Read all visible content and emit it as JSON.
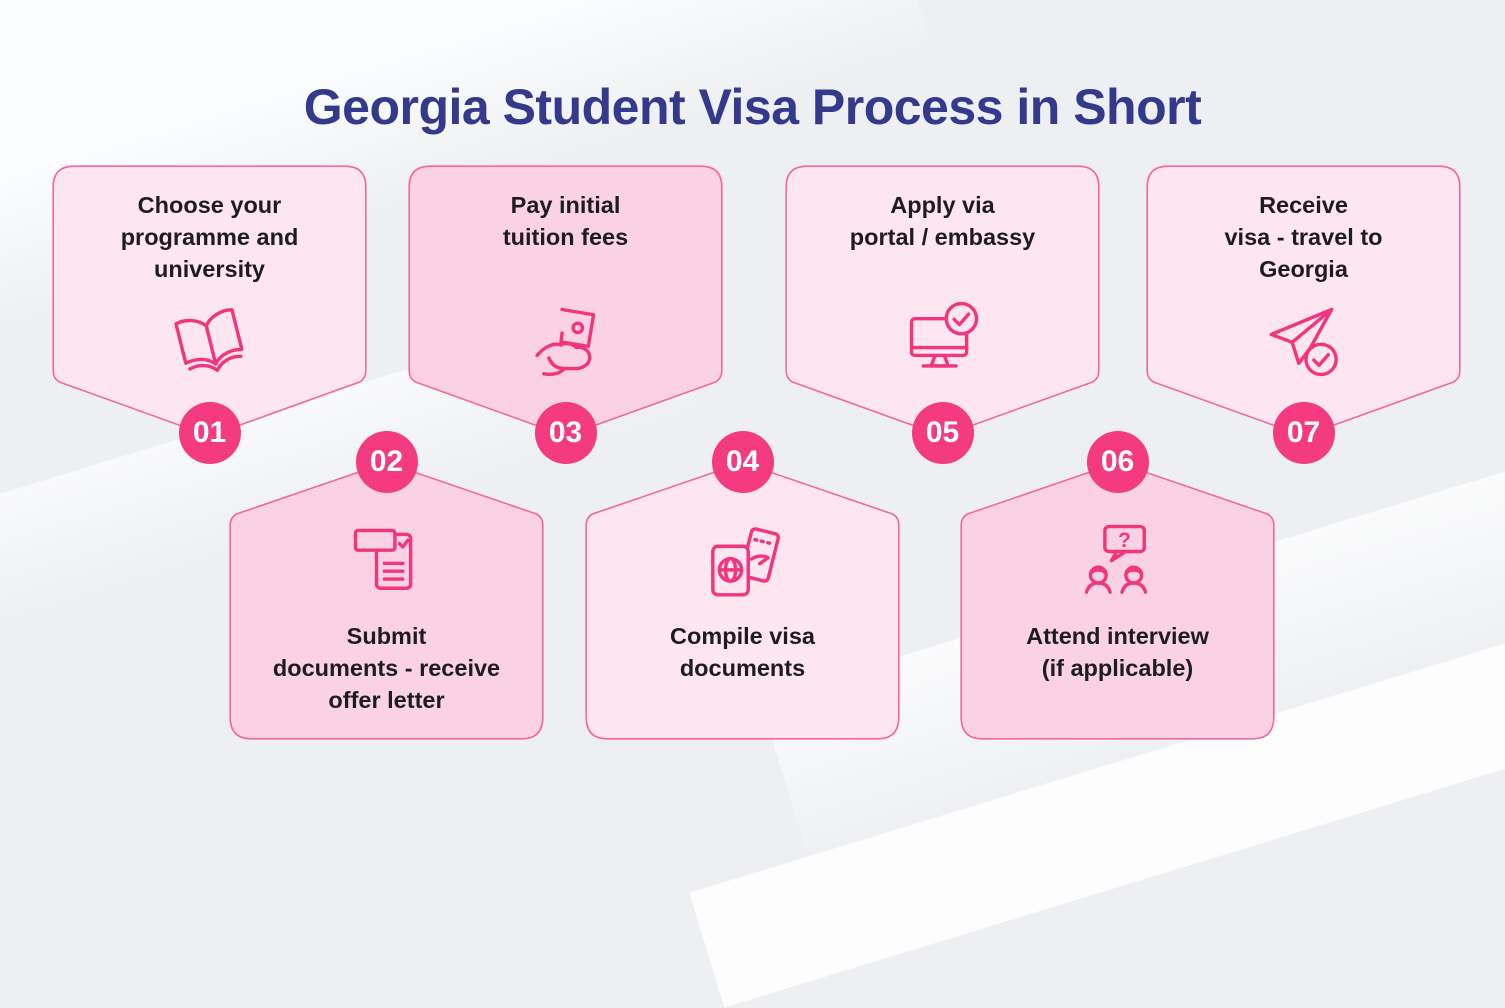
{
  "title": "Georgia Student Visa Process in Short",
  "colors": {
    "background": "#edeff2",
    "title": "#34398b",
    "card_light": "#fde6f0",
    "card_medium": "#fbd2e5",
    "card_border": "#f4679f",
    "badge": "#f43b81",
    "badge_text": "#ffffff",
    "icon_stroke": "#f2357e",
    "step_text": "#1d1d1f"
  },
  "steps": [
    {
      "number": "01",
      "label": "Choose your\nprogramme and\nuniversity",
      "icon": "open-book-icon",
      "tone": "light",
      "row": "top"
    },
    {
      "number": "02",
      "label": "Submit\ndocuments - receive\noffer letter",
      "icon": "document-check-icon",
      "tone": "medium",
      "row": "bottom"
    },
    {
      "number": "03",
      "label": "Pay initial\ntuition fees",
      "icon": "money-in-hand-icon",
      "tone": "medium",
      "row": "top"
    },
    {
      "number": "04",
      "label": "Compile visa\ndocuments",
      "icon": "passport-ticket-icon",
      "tone": "light",
      "row": "bottom"
    },
    {
      "number": "05",
      "label": "Apply via\nportal / embassy",
      "icon": "monitor-check-icon",
      "tone": "light",
      "row": "top"
    },
    {
      "number": "06",
      "label": "Attend interview\n(if applicable)",
      "icon": "interview-icon",
      "tone": "medium",
      "row": "bottom",
      "bubble_text": "?"
    },
    {
      "number": "07",
      "label": "Receive\nvisa - travel to\nGeorgia",
      "icon": "airplane-check-icon",
      "tone": "light",
      "row": "top"
    }
  ]
}
